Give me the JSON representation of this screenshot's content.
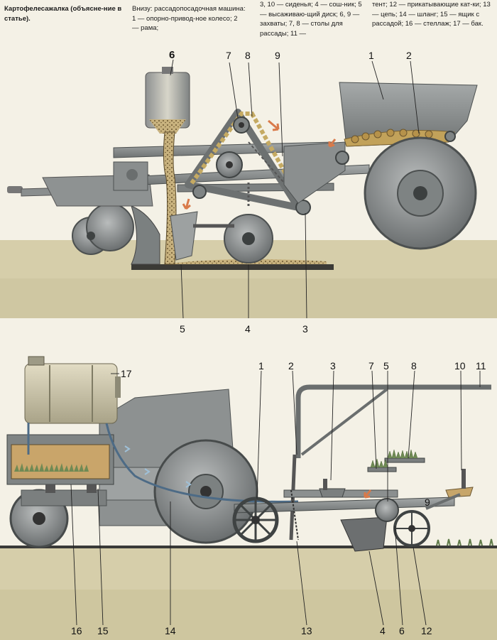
{
  "captions": {
    "title": "Картофелесажалка (объясне-ние в статье).",
    "bottom_heading": "Внизу: рассадопосадочная машина:",
    "part_a": "1 — опорно-привод-ное колесо; 2 — рама;",
    "part_b": "3, 10 — сиденья; 4 — сош-ник; 5 — высаживаю-щий диск; 6, 9 — захваты; 7, 8 — столы для рассады; 11 —",
    "part_c": "тент; 12 — прикатывающие кат-ки; 13 — цепь; 14 — шланг; 15 — ящик с рассадой; 16 — стеллаж; 17 — бак."
  },
  "top_labels": [
    "1",
    "2",
    "3",
    "4",
    "5",
    "6",
    "7",
    "8",
    "9"
  ],
  "bottom_labels": [
    "1",
    "2",
    "3",
    "4",
    "5",
    "6",
    "7",
    "8",
    "9",
    "10",
    "11",
    "12",
    "13",
    "14",
    "15",
    "16",
    "17"
  ],
  "colors": {
    "ground": "#d8d1ae",
    "soil_line": "#3a3a38",
    "machine_gray": "#8a8e8e",
    "machine_dark": "#5c6062",
    "tank": "#c9c3aa",
    "potato": "#c2a25a",
    "arrow": "#d97a4a"
  }
}
